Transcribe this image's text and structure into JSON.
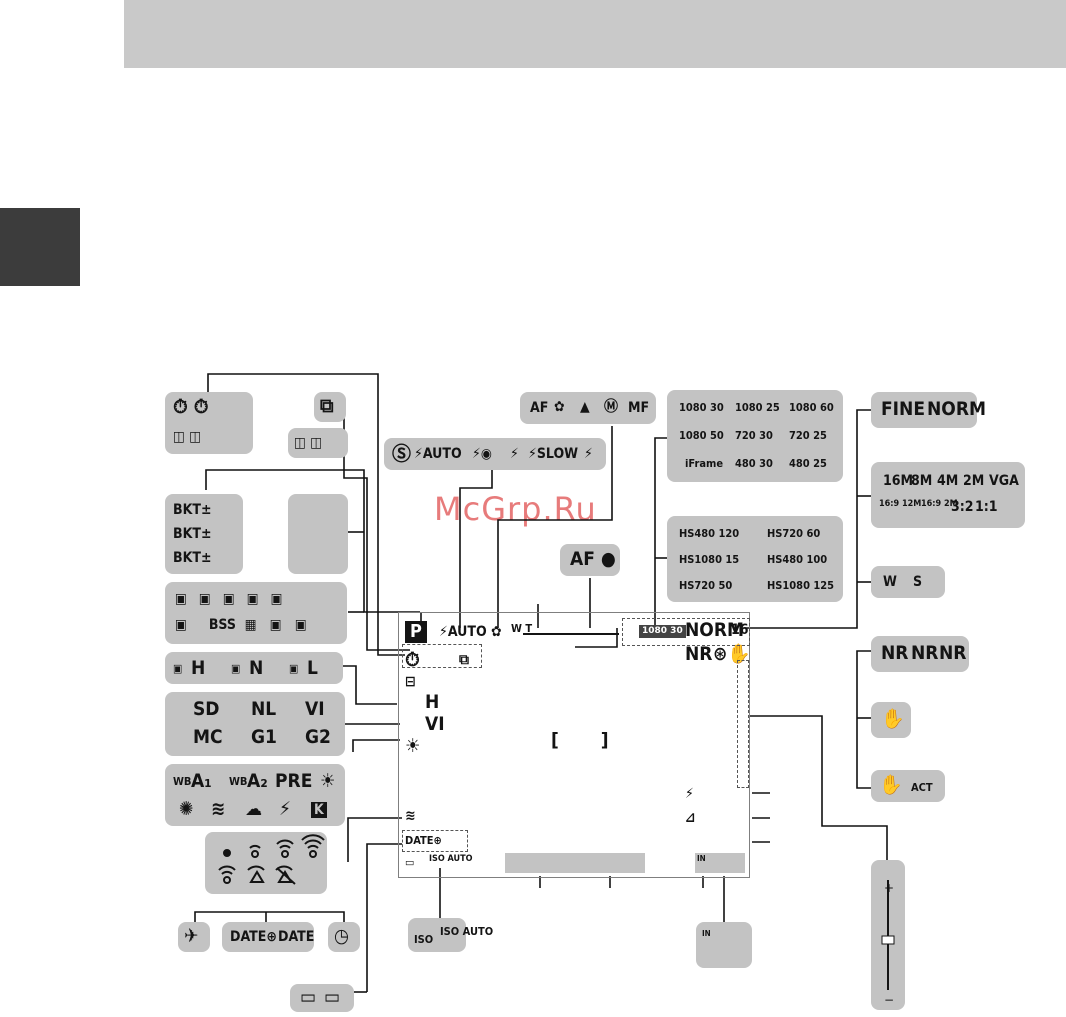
{
  "watermark": "McGrp.Ru",
  "self_timer": {
    "row1": "⏱  ⏱",
    "row2": "◫  ◫"
  },
  "continuous_icon": "⧉",
  "face_icons": "◫ ◫",
  "flash_modes": [
    "Ⓢ",
    "⚡AUTO",
    "⚡◉",
    "⚡",
    "⚡SLOW",
    "⚡"
  ],
  "focus_modes": [
    "AF",
    "✿",
    "▲",
    "Ⓜ",
    "MF"
  ],
  "af_indicator": "AF ●",
  "bkt_rows": [
    "BKT±",
    "BKT±",
    "BKT±"
  ],
  "continuous_modes": {
    "row1": [
      "▣",
      "▣",
      "▣",
      "▣",
      "▣"
    ],
    "row2": [
      "▣",
      "BSS",
      "▦",
      "▣",
      "▣"
    ]
  },
  "dlighting": [
    "H",
    "N",
    "L"
  ],
  "picture_control": {
    "row1": [
      "SD",
      "NL",
      "VI"
    ],
    "row2": [
      "MC",
      "G1",
      "G2"
    ]
  },
  "white_balance": {
    "row1": [
      "A₁",
      "A₂",
      "PRE",
      "☀"
    ],
    "row2": [
      "✺",
      "≋",
      "☁",
      "⚡",
      "K"
    ]
  },
  "wifi_title": "WiFi",
  "movie_modes": {
    "rows": [
      [
        "1080 30",
        "1080 25",
        "1080 60"
      ],
      [
        "1080 50",
        "720 30",
        "720 25"
      ],
      [
        "iFrame",
        "480 30",
        "480 25"
      ]
    ]
  },
  "hs_movie_modes": {
    "rows": [
      [
        "HS480 120",
        "HS720 60"
      ],
      [
        "HS1080 15",
        "HS480 100"
      ],
      [
        "HS720 50",
        "HS1080 125"
      ]
    ]
  },
  "image_quality": [
    "FINE",
    "NORM"
  ],
  "image_sizes": {
    "row1": [
      "16M",
      "8M",
      "4M",
      "2M",
      "VGA"
    ],
    "row2": [
      "16:9 12M",
      "16:9 2M",
      "3:2",
      "1:1"
    ]
  },
  "zoom_memory": [
    "W",
    "S"
  ],
  "noise_reduction": [
    "NR",
    "NR",
    "NR"
  ],
  "vr_icon": "✋",
  "vr_modes": [
    "✋",
    "ACT"
  ],
  "travel_date": [
    "✈",
    "DATE⊕",
    "DATE",
    "◷"
  ],
  "battery": [
    "▭",
    "▭"
  ],
  "iso": [
    "ISO",
    "ISO AUTO"
  ],
  "memory_label": "IN",
  "screen": {
    "mode": "P",
    "flash": "⚡AUTO",
    "macro": "✿",
    "zoom": "W     T",
    "movie": "1080 30",
    "quality": "NORM",
    "size": "16",
    "nr": "NR",
    "dlighting": "H",
    "picture_control": "VI",
    "wb": "☀",
    "date": "DATE⊕",
    "iso": "ISO AUTO",
    "memory": "IN"
  }
}
